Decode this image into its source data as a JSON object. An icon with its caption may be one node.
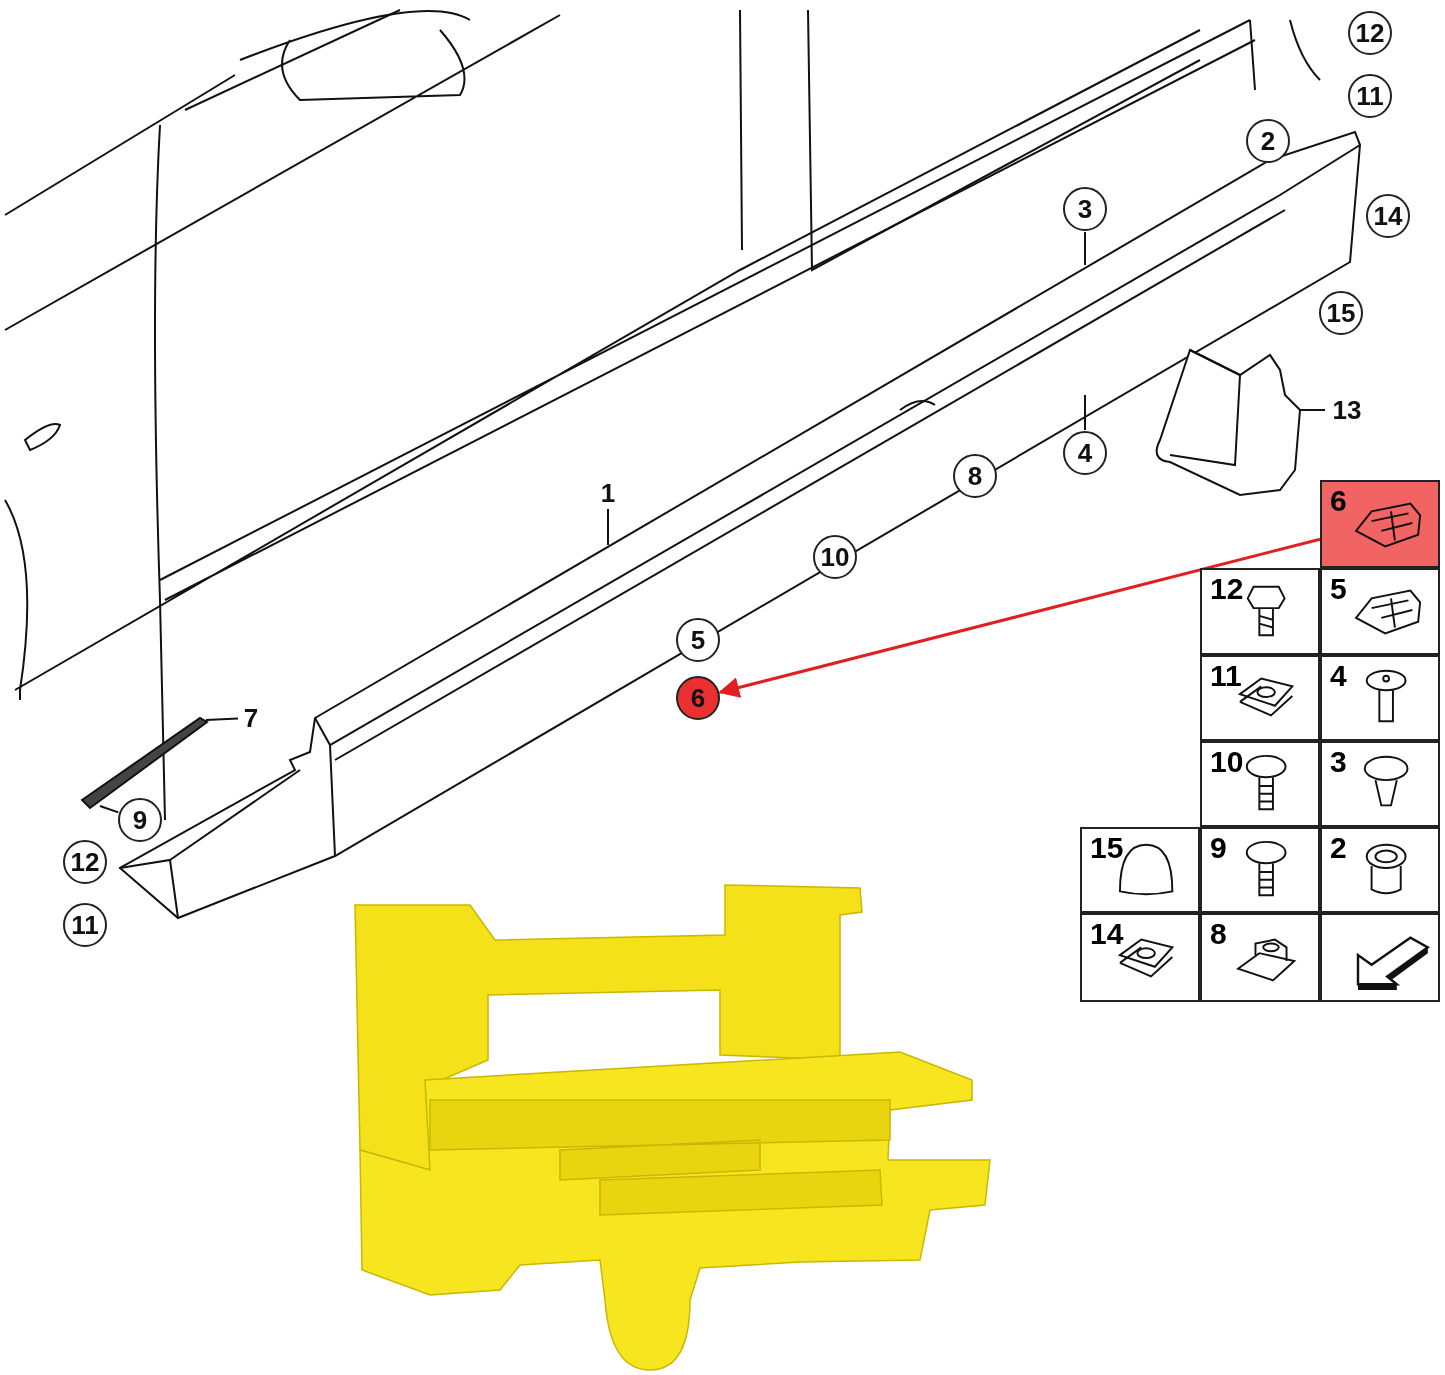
{
  "diagram": {
    "nodes": [
      {
        "text": [
          "12"
        ]
      },
      {
        "text": [
          "11"
        ]
      },
      {
        "text": [
          "2"
        ]
      },
      {
        "text": [
          "3"
        ]
      },
      {
        "text": [
          "14"
        ]
      },
      {
        "text": [
          "15"
        ]
      },
      {
        "text": [
          "13"
        ]
      },
      {
        "text": [
          "4"
        ]
      },
      {
        "text": [
          "8"
        ]
      },
      {
        "text": [
          "1"
        ]
      },
      {
        "text": [
          "10"
        ]
      },
      {
        "text": [
          "5"
        ]
      },
      {
        "text": [
          "6"
        ]
      },
      {
        "text": [
          "7"
        ]
      },
      {
        "text": [
          "9"
        ]
      },
      {
        "text": [
          "12"
        ]
      },
      {
        "text": [
          "11"
        ]
      },
      {
        "text": [
          "6"
        ]
      },
      {
        "text": [
          "12"
        ]
      },
      {
        "text": [
          "5"
        ]
      },
      {
        "text": [
          "11"
        ]
      },
      {
        "text": [
          "4"
        ]
      },
      {
        "text": [
          "10"
        ]
      },
      {
        "text": [
          "3"
        ]
      },
      {
        "text": [
          "15"
        ]
      },
      {
        "text": [
          "9"
        ]
      },
      {
        "text": [
          "2"
        ]
      },
      {
        "text": [
          "14"
        ]
      },
      {
        "text": [
          "8"
        ]
      },
      {
        "text": [],
        "shape": "box"
      },
      {
        "text": [],
        "shape": "picture"
      },
      {
        "text": [],
        "shape": "picture"
      }
    ],
    "edges": [
      {
        "from": 17,
        "to": 12,
        "arrow": "to",
        "color": "#e02020"
      },
      {
        "from": 9,
        "to": null,
        "arrow": "none"
      },
      {
        "from": 3,
        "to": null,
        "arrow": "none"
      },
      {
        "from": 7,
        "to": null,
        "arrow": "none"
      },
      {
        "from": 13,
        "to": 30,
        "arrow": "none"
      },
      {
        "from": 6,
        "to": 31,
        "arrow": "none"
      },
      {
        "from": 14,
        "to": 30,
        "arrow": "none"
      }
    ]
  }
}
